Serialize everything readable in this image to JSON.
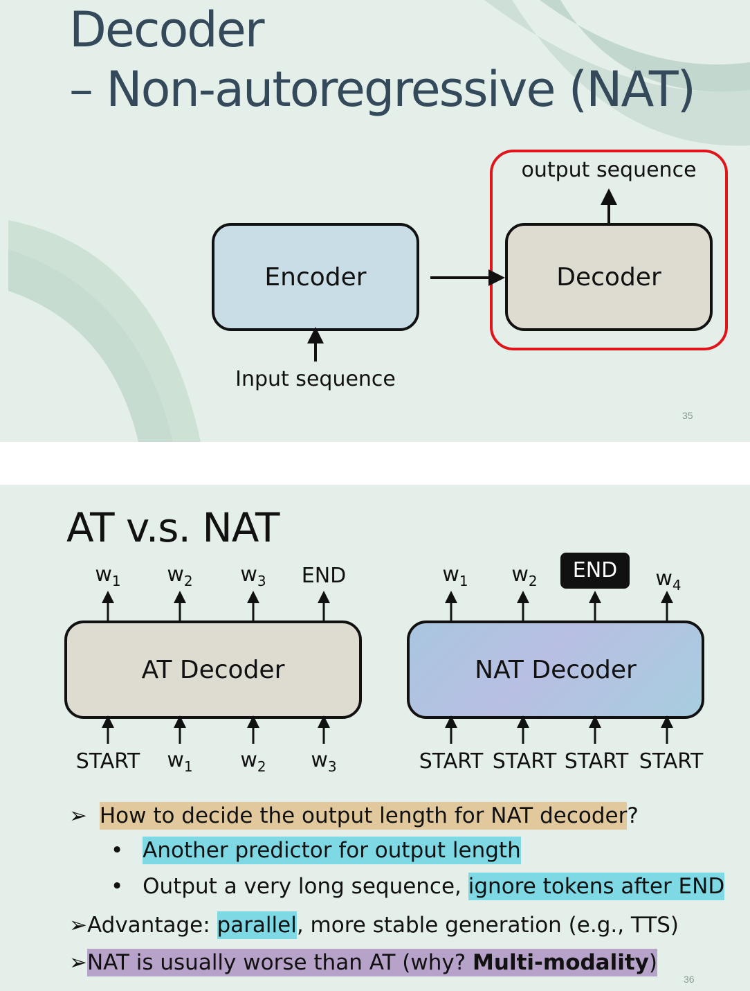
{
  "slide1": {
    "title_line1": "Decoder",
    "title_line2": "– Non-autoregressive (NAT)",
    "encoder_label": "Encoder",
    "decoder_label": "Decoder",
    "output_label": "output sequence",
    "input_label": "Input sequence",
    "page_number": "35",
    "highlight_color": "#e0141b"
  },
  "slide2": {
    "title": "AT v.s. NAT",
    "at": {
      "decoder_label": "AT Decoder",
      "outputs": [
        {
          "base": "w",
          "sub": "1"
        },
        {
          "base": "w",
          "sub": "2"
        },
        {
          "base": "w",
          "sub": "3"
        },
        {
          "base": "END",
          "sub": ""
        }
      ],
      "inputs": [
        {
          "base": "START",
          "sub": ""
        },
        {
          "base": "w",
          "sub": "1"
        },
        {
          "base": "w",
          "sub": "2"
        },
        {
          "base": "w",
          "sub": "3"
        }
      ]
    },
    "nat": {
      "decoder_label": "NAT Decoder",
      "outputs": [
        {
          "base": "w",
          "sub": "1"
        },
        {
          "base": "w",
          "sub": "2"
        },
        {
          "base": "END",
          "sub": ""
        },
        {
          "base": "w",
          "sub": "4"
        }
      ],
      "inputs": [
        "START",
        "START",
        "START",
        "START"
      ]
    },
    "bullets": {
      "b1_highlight": "How to decide the output length for NAT decoder",
      "b1_tail": "?",
      "b1a": "Another predictor for output length",
      "b1b_plain": "Output a very long sequence, ",
      "b1b_highlight": "ignore tokens after END",
      "b2_prefix": "Advantage: ",
      "b2_highlight": "parallel",
      "b2_tail": ", more stable generation (e.g., TTS)",
      "b3_plain": "NAT is usually worse than AT   (why? ",
      "b3_bold": "Multi-modality",
      "b3_close": ")"
    },
    "page_number": "36"
  }
}
